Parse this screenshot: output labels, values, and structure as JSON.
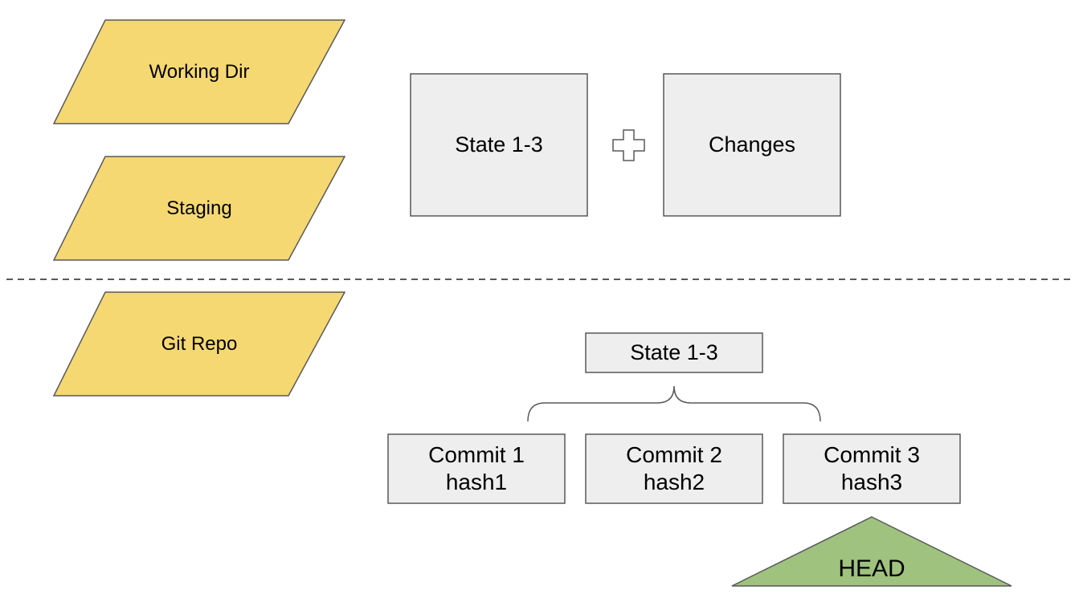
{
  "layers": {
    "working_dir": "Working Dir",
    "staging": "Staging",
    "git_repo": "Git Repo"
  },
  "staging_area": {
    "state_box": "State 1-3",
    "changes_box": "Changes"
  },
  "repo": {
    "state_box": "State 1-3",
    "commits": [
      {
        "name": "Commit 1",
        "hash": "hash1"
      },
      {
        "name": "Commit 2",
        "hash": "hash2"
      },
      {
        "name": "Commit 3",
        "hash": "hash3"
      }
    ],
    "head": "HEAD"
  },
  "colors": {
    "layer_fill": "#f6d873",
    "box_fill": "#eeeeee",
    "stroke": "#595959",
    "head_fill": "#9fc27f"
  },
  "icons": {
    "plus": "plus-icon"
  }
}
